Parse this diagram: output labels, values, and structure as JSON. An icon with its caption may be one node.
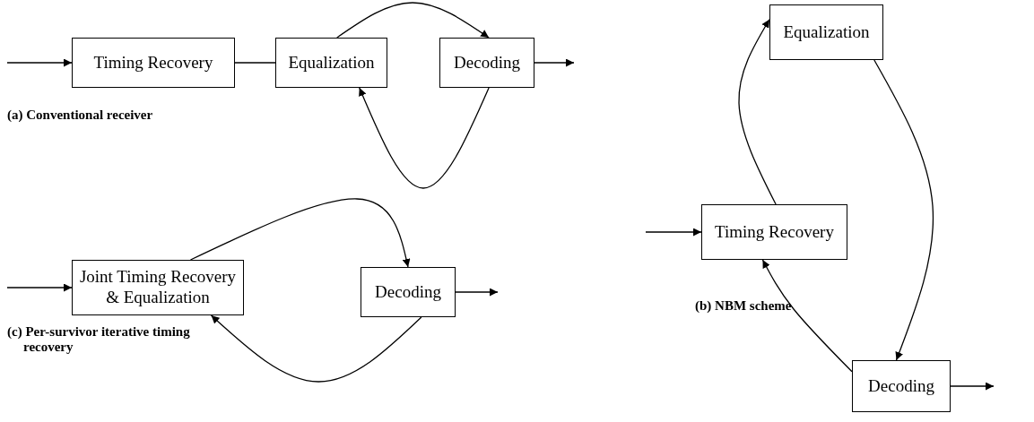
{
  "diagram": {
    "nodes": [
      {
        "text": [
          "Timing Recovery"
        ]
      },
      {
        "text": [
          "Equalization"
        ]
      },
      {
        "text": [
          "Decoding"
        ]
      },
      {
        "text": [
          "Equalization"
        ]
      },
      {
        "text": [
          "Timing Recovery"
        ]
      },
      {
        "text": [
          "Decoding"
        ]
      },
      {
        "text": [
          "Joint Timing Recovery & Equalization"
        ]
      },
      {
        "text": [
          "Decoding"
        ]
      }
    ],
    "edges": [
      {
        "from": null,
        "to": 0,
        "arrow": "to"
      },
      {
        "from": 0,
        "to": 1,
        "arrow": "none"
      },
      {
        "from": 1,
        "to": 2,
        "arrow": "to"
      },
      {
        "from": 2,
        "to": 1,
        "arrow": "to"
      },
      {
        "from": 2,
        "to": null,
        "arrow": "to"
      },
      {
        "from": null,
        "to": 4,
        "arrow": "to"
      },
      {
        "from": 4,
        "to": 3,
        "arrow": "to"
      },
      {
        "from": 3,
        "to": 5,
        "arrow": "to"
      },
      {
        "from": 5,
        "to": 4,
        "arrow": "to"
      },
      {
        "from": 5,
        "to": null,
        "arrow": "to"
      },
      {
        "from": null,
        "to": 6,
        "arrow": "to"
      },
      {
        "from": 6,
        "to": 7,
        "arrow": "to"
      },
      {
        "from": 7,
        "to": 6,
        "arrow": "to"
      },
      {
        "from": 7,
        "to": null,
        "arrow": "to"
      }
    ],
    "labels": [
      "(a)  Conventional receiver",
      "(b)  NBM scheme",
      "(c)  Per-survivor iterative timing recovery"
    ]
  }
}
